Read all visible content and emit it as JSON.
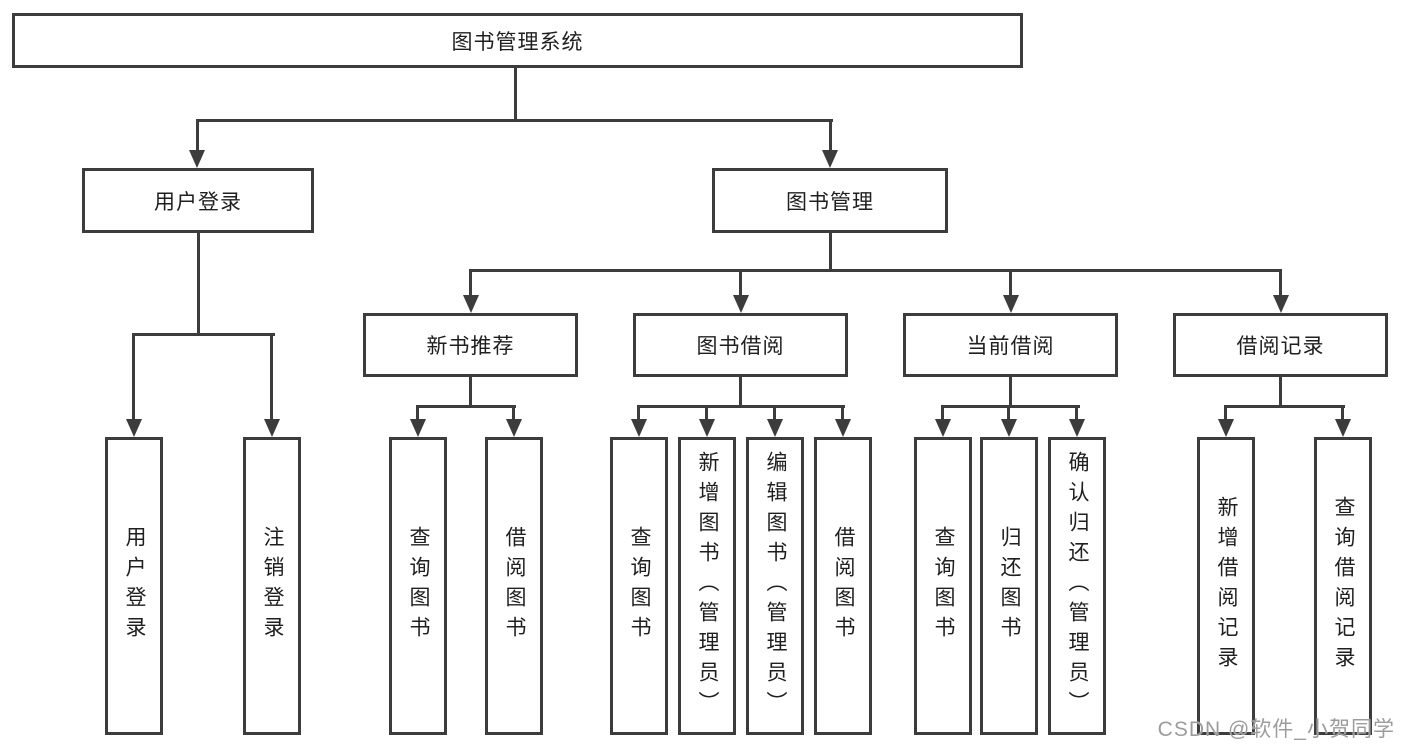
{
  "diagram": {
    "title": "图书管理系统",
    "colors": {
      "line": "#3c3c3c",
      "text": "#1f1f1f",
      "background": "#ffffff",
      "watermark": "#9c9c9c"
    },
    "nodes": {
      "root": "图书管理系统",
      "user_login": "用户登录",
      "book_management": "图书管理",
      "new_book_recommend": "新书推荐",
      "book_borrowing": "图书借阅",
      "current_borrowing": "当前借阅",
      "borrowing_records": "借阅记录"
    },
    "leaves": {
      "user_login": "用户登录",
      "logout": "注销登录",
      "recommend_query": "查询图书",
      "recommend_borrow": "借阅图书",
      "borrowing_query": "查询图书",
      "borrowing_add": "新增图书（管理员）",
      "borrowing_edit": "编辑图书（管理员）",
      "borrowing_borrow": "借阅图书",
      "current_query": "查询图书",
      "current_return": "归还图书",
      "current_confirm": "确认归还（管理员）",
      "records_add": "新增借阅记录",
      "records_query": "查询借阅记录"
    },
    "watermark": "CSDN @软件_小贺同学"
  }
}
